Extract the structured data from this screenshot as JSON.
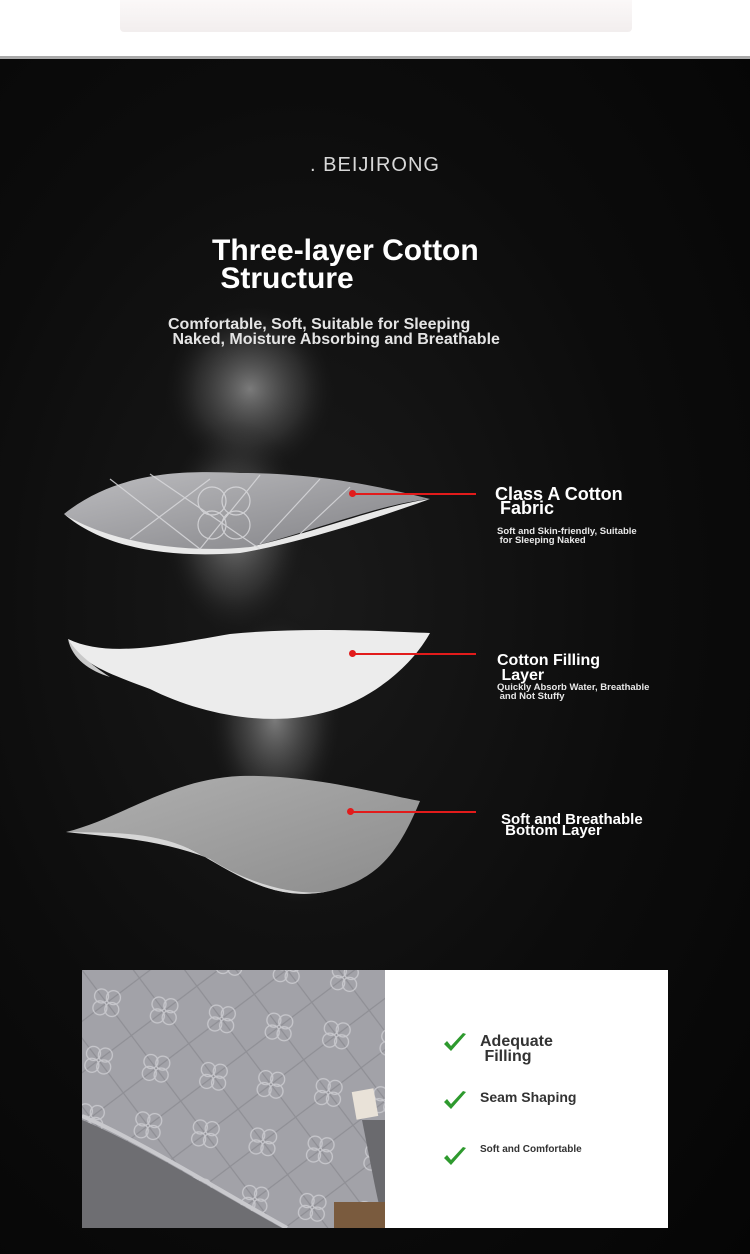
{
  "brand": ". BEIJIRONG",
  "headline": {
    "title": "Three-layer Cotton\n Structure",
    "subtitle": "Comfortable, Soft, Suitable for Sleeping\n Naked, Moisture Absorbing and Breathable"
  },
  "layers": [
    {
      "title": "Class A Cotton\n Fabric",
      "desc": "Soft and Skin-friendly, Suitable\n for Sleeping Naked"
    },
    {
      "title": "Cotton Filling\n Layer",
      "desc": "Quickly Absorb Water, Breathable\n and Not Stuffy"
    },
    {
      "title": "Soft and Breathable\n Bottom Layer",
      "desc": ""
    }
  ],
  "features": [
    {
      "label": "Adequate\n Filling"
    },
    {
      "label": "Seam Shaping"
    },
    {
      "label": "Soft and Comfortable"
    }
  ],
  "colors": {
    "background": "#0b0b0b",
    "pointer": "#e21b1b",
    "check": "#2e9a2e",
    "fabric_gray": "#9c9c9f"
  },
  "icons": [
    "check-icon",
    "mattress-photo",
    "layer-fabric",
    "layer-filling",
    "layer-bottom"
  ]
}
